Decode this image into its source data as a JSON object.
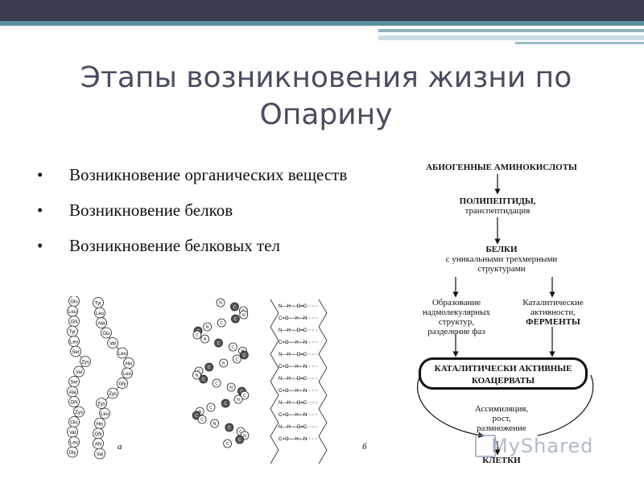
{
  "slide": {
    "title": "Этапы возникновения жизни по Опарину",
    "bullets": [
      "Возникновение органических веществ",
      "Возникновение белков",
      "Возникновение белковых тел"
    ]
  },
  "figure_protein": {
    "left_chain": [
      "Glu",
      "Leu",
      "GN",
      "Tyr",
      "Leu",
      "Ser",
      "Zys",
      "Val",
      "Ser",
      "Ala",
      "GN",
      "Zys",
      "Glu",
      "Val",
      "Leu",
      "Gly"
    ],
    "middle_chain": [
      "Tyr",
      "Leu",
      "Ala",
      "Glu",
      "Val",
      "Leu",
      "His",
      "Leu",
      "Gly",
      "Zys",
      "Zys",
      "Leu",
      "His",
      "GN",
      "AN",
      "Val"
    ],
    "label_a": "а",
    "label_b": "б"
  },
  "scheme": {
    "step1": "АБИОГЕННЫЕ АМИНОКИСЛОТЫ",
    "step2_title": "ПОЛИПЕПТИДЫ,",
    "step2_sub": "транспептидация",
    "step3_title": "БЕЛКИ",
    "step3_sub1": "с уникальными трехмерными",
    "step3_sub2": "структурами",
    "branch_left1": "Образование",
    "branch_left2": "надмолекулярных",
    "branch_left3": "структур,",
    "branch_left4": "разделение фаз",
    "branch_right1": "Каталитические",
    "branch_right2": "активности,",
    "branch_right3": "ФЕРМЕНТЫ",
    "coacervate1": "КАТАЛИТИЧЕСКИ АКТИВНЫЕ",
    "coacervate2": "КОАЦЕРВАТЫ",
    "cycle1": "Ассимиляция,",
    "cycle2": "рост,",
    "cycle3": "размножение",
    "final": "КЛЕТКИ"
  },
  "watermark": "MyShared",
  "colors": {
    "topbar": "#3a3d50",
    "accent": "#5c8f9b",
    "title": "#4a4d5f"
  }
}
